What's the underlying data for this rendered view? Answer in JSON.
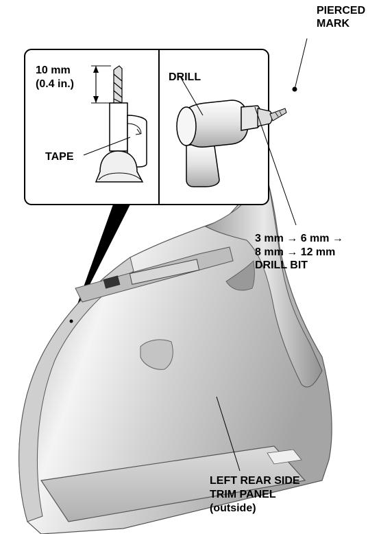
{
  "labels": {
    "pierced_mark_1": "PIERCED",
    "pierced_mark_2": "MARK",
    "depth_1": "10 mm",
    "depth_2": "(0.4 in.)",
    "tape": "TAPE",
    "drill": "DRILL",
    "bit_1": "3 mm → 6 mm →",
    "bit_2": "8 mm → 12 mm",
    "bit_3": "DRILL BIT",
    "panel_1": "LEFT REAR SIDE",
    "panel_2": "TRIM PANEL",
    "panel_3": "(outside)"
  },
  "colors": {
    "ink": "#000000",
    "panel_light": "#eeeeee",
    "panel_mid": "#c8c8c8",
    "panel_dark": "#8a8a8a",
    "drill_body": "#e6e6e6"
  }
}
